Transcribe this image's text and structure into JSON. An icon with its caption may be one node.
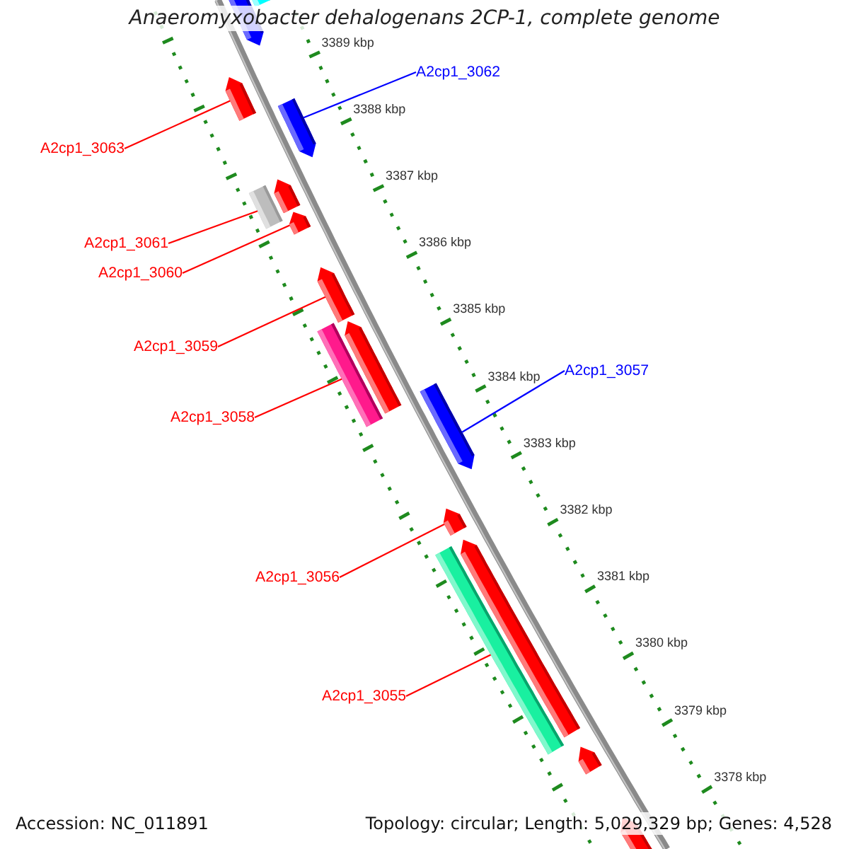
{
  "diagram": {
    "title": "Anaeromyxobacter dehalogenans 2CP-1, complete genome",
    "nodes": [
      {
        "text": [
          "A2cp1_3062"
        ]
      },
      {
        "text": [
          "A2cp1_3063"
        ]
      },
      {
        "text": [
          "A2cp1_3061"
        ]
      },
      {
        "text": [
          "A2cp1_3060"
        ]
      },
      {
        "text": [
          "A2cp1_3059"
        ]
      },
      {
        "text": [
          "A2cp1_3057"
        ]
      },
      {
        "text": [
          "A2cp1_3058"
        ]
      },
      {
        "text": [
          "A2cp1_3056"
        ]
      },
      {
        "text": [
          "A2cp1_3055"
        ]
      },
      {
        "text": [],
        "shape": "bar"
      },
      {
        "text": [],
        "shape": "bar"
      },
      {
        "text": [],
        "shape": "bar"
      },
      {
        "text": [],
        "shape": "bar"
      },
      {
        "text": [],
        "shape": "bar"
      },
      {
        "text": [],
        "shape": "bar"
      },
      {
        "text": [],
        "shape": "bar"
      },
      {
        "text": [],
        "shape": "bar"
      },
      {
        "text": [],
        "shape": "bar"
      },
      {
        "text": [],
        "shape": "bar"
      },
      {
        "text": [],
        "shape": "bar"
      },
      {
        "text": [],
        "shape": "bar"
      },
      {
        "text": [],
        "shape": "bar"
      },
      {
        "text": [],
        "shape": "bar"
      },
      {
        "text": [],
        "shape": "bar"
      },
      {
        "text": [],
        "shape": "bar"
      }
    ],
    "edges": [
      {
        "from": 0,
        "to": 12,
        "arrow": "none",
        "color": "#0000ff"
      },
      {
        "from": 1,
        "to": 11,
        "arrow": "none"
      },
      {
        "from": 2,
        "to": 14,
        "arrow": "none"
      },
      {
        "from": 3,
        "to": 15,
        "arrow": "none"
      },
      {
        "from": 4,
        "to": 16,
        "arrow": "none"
      },
      {
        "from": 5,
        "to": 19,
        "arrow": "none",
        "color": "#0000ff"
      },
      {
        "from": 6,
        "to": 18,
        "arrow": "none"
      },
      {
        "from": 7,
        "to": 20,
        "arrow": "none"
      },
      {
        "from": 8,
        "to": 22,
        "arrow": "none"
      }
    ],
    "labels": [
      "3389 kbp",
      "3388 kbp",
      "3387 kbp",
      "3386 kbp",
      "3385 kbp",
      "3384 kbp",
      "3383 kbp",
      "3382 kbp",
      "3381 kbp",
      "3380 kbp",
      "3379 kbp",
      "3378 kbp",
      "Accession: NC_011891",
      "Topology: circular; Length: 5,029,329 bp; Genes: 4,528"
    ]
  }
}
